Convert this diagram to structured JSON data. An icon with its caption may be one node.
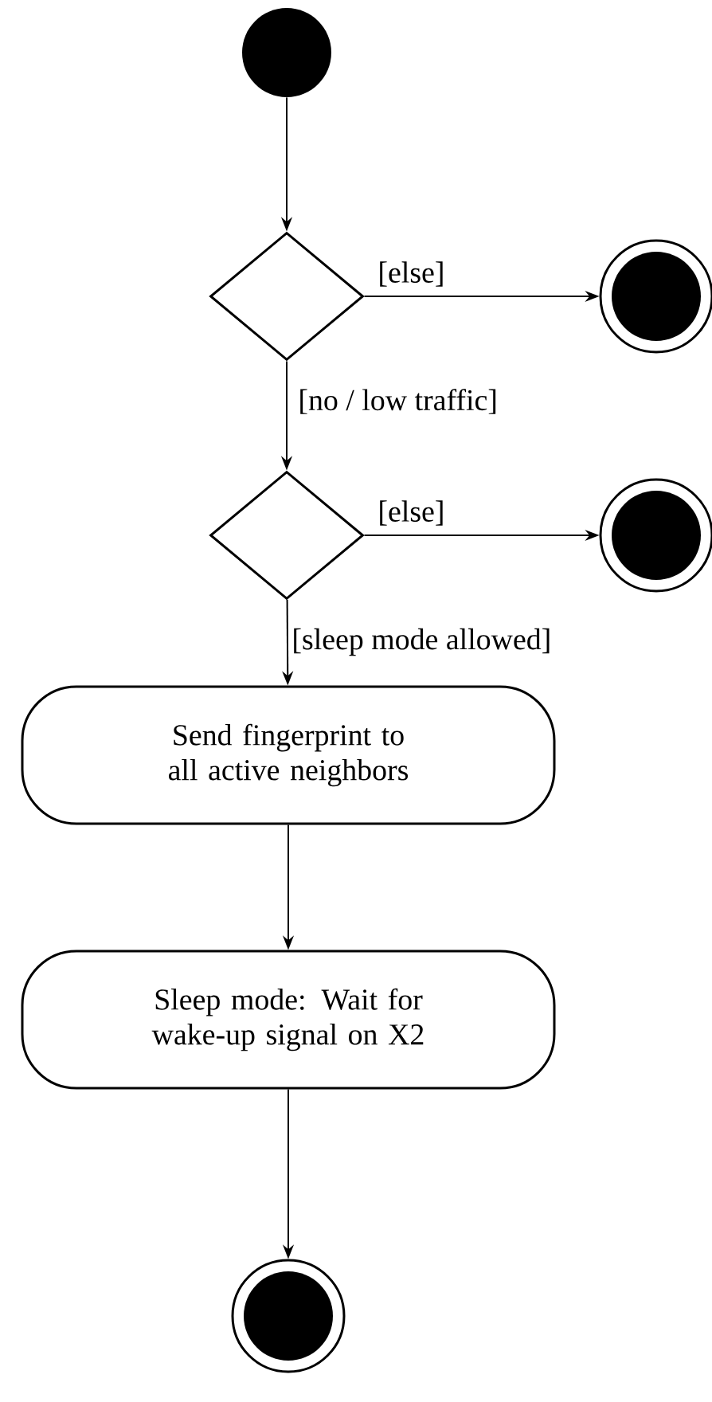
{
  "diagram": {
    "nodes": [
      {
        "text": [],
        "shape": "circle"
      },
      {
        "text": [],
        "shape": "diamond"
      },
      {
        "text": [],
        "shape": "bullseye"
      },
      {
        "text": [],
        "shape": "diamond"
      },
      {
        "text": [],
        "shape": "bullseye"
      },
      {
        "text": [
          "Send fingerprint to all active neighbors"
        ]
      },
      {
        "text": [
          "Sleep mode: Wait for wake-up signal on X2"
        ]
      },
      {
        "text": [],
        "shape": "bullseye"
      }
    ],
    "edges": [
      {
        "from": 0,
        "to": 1,
        "arrow": "to"
      },
      {
        "from": 1,
        "to": 2,
        "arrow": "to",
        "label": "[else]"
      },
      {
        "from": 1,
        "to": 3,
        "arrow": "to",
        "label": "[no / low traffic]"
      },
      {
        "from": 3,
        "to": 4,
        "arrow": "to",
        "label": "[else]"
      },
      {
        "from": 3,
        "to": 5,
        "arrow": "to",
        "label": "[sleep mode allowed]"
      },
      {
        "from": 5,
        "to": 6,
        "arrow": "to"
      },
      {
        "from": 6,
        "to": 7,
        "arrow": "to"
      }
    ]
  }
}
